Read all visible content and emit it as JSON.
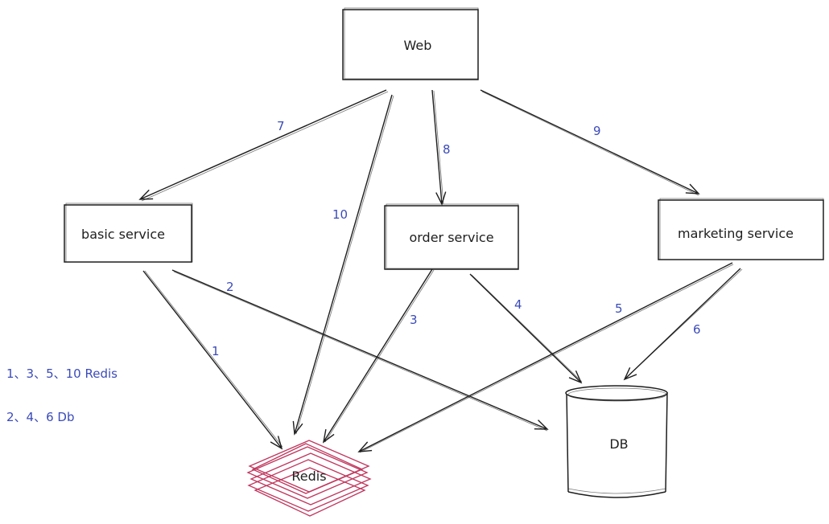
{
  "nodes": {
    "web": "Web",
    "basic": "basic service",
    "order": "order service",
    "marketing": "marketing service",
    "redis": "Redis",
    "db": "DB"
  },
  "edges": [
    {
      "id": "1",
      "from": "basic service",
      "to": "Redis",
      "label": "1"
    },
    {
      "id": "2",
      "from": "basic service",
      "to": "DB",
      "label": "2"
    },
    {
      "id": "3",
      "from": "order service",
      "to": "Redis",
      "label": "3"
    },
    {
      "id": "4",
      "from": "order service",
      "to": "DB",
      "label": "4"
    },
    {
      "id": "5",
      "from": "marketing service",
      "to": "Redis",
      "label": "5"
    },
    {
      "id": "6",
      "from": "marketing service",
      "to": "DB",
      "label": "6"
    },
    {
      "id": "7",
      "from": "Web",
      "to": "basic service",
      "label": "7"
    },
    {
      "id": "8",
      "from": "Web",
      "to": "order service",
      "label": "8"
    },
    {
      "id": "9",
      "from": "Web",
      "to": "marketing service",
      "label": "9"
    },
    {
      "id": "10",
      "from": "Web",
      "to": "Redis",
      "label": "10"
    }
  ],
  "legend": {
    "redis": "1、3、5、10 Redis",
    "db": "2、4、6 Db"
  },
  "colors": {
    "stroke": "#1e1e1e",
    "label": "#3b4bb8",
    "redis": "#c0365e"
  }
}
